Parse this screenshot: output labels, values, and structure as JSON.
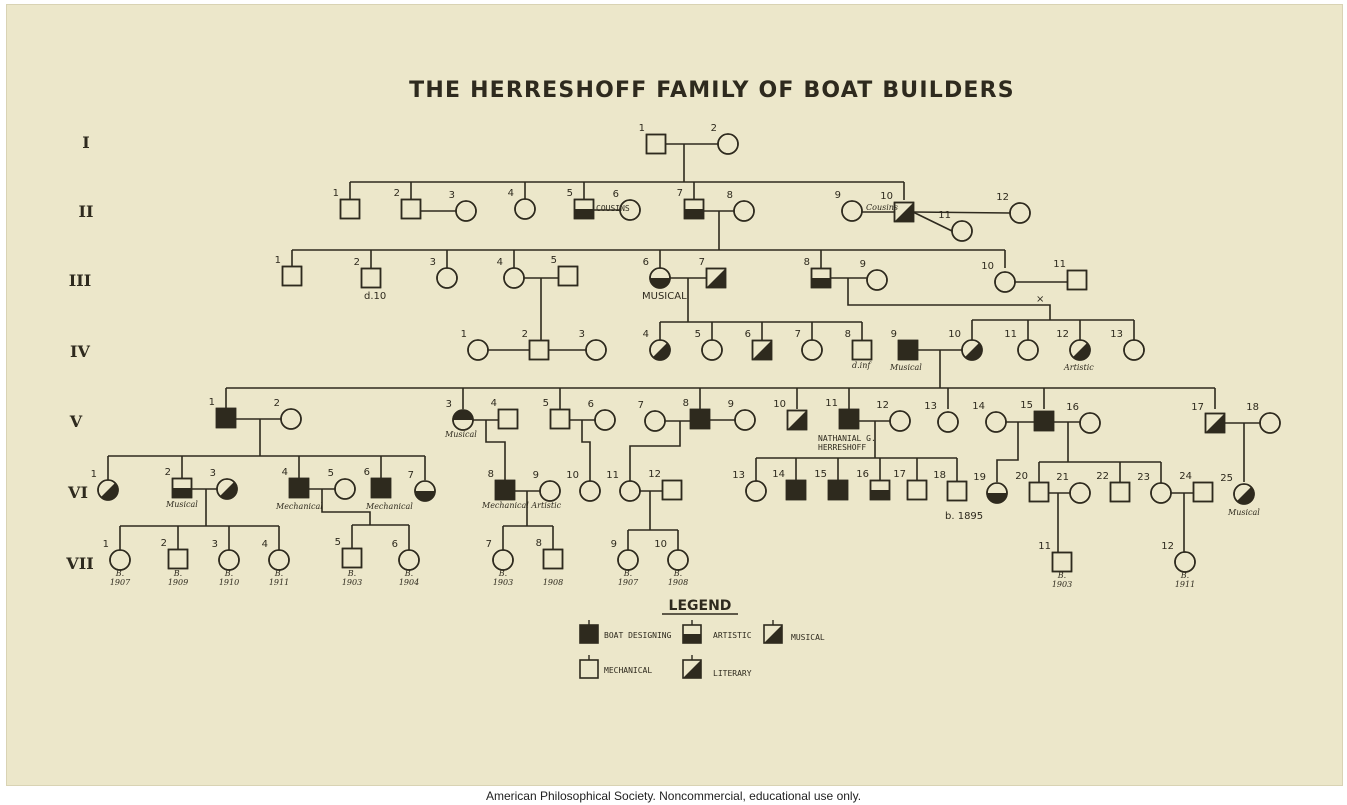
{
  "title": "THE HERRESHOFF FAMILY OF BOAT BUILDERS",
  "generations": [
    "I",
    "II",
    "III",
    "IV",
    "V",
    "VI",
    "VII"
  ],
  "notes": {
    "cousins": "COUSINS",
    "cousins_2": "Cousins",
    "d10": "d.10",
    "musical_upper": "MUSICAL",
    "dinf": "d.inf",
    "musical": "Musical",
    "artistic": "Artistic",
    "mechanical": "Mechanical",
    "mech_artistic": "Mechanical Artistic",
    "nathaniel": "NATHANIAL G.",
    "herreshoff": "HERRESHOFF",
    "b1895": "b. 1895",
    "musical_25": "Musical"
  },
  "births": {
    "vii1": [
      "B.",
      "1907"
    ],
    "vii2": [
      "B.",
      "1909"
    ],
    "vii3": [
      "B.",
      "1910"
    ],
    "vii4": [
      "B.",
      "1911"
    ],
    "vii5": [
      "B.",
      "1903"
    ],
    "vii6": [
      "B.",
      "1904"
    ],
    "vii7": [
      "B.",
      "1903"
    ],
    "vii8": [
      "",
      "1908"
    ],
    "vii9": [
      "B.",
      "1907"
    ],
    "vii10": [
      "B.",
      "1908"
    ],
    "vii11": [
      "B.",
      "1903"
    ],
    "vii12": [
      "B.",
      "1911"
    ]
  },
  "legend": {
    "title": "LEGEND",
    "items": [
      {
        "label": "BOAT DESIGNING",
        "fill": "full"
      },
      {
        "label": "ARTISTIC",
        "fill": "bottom"
      },
      {
        "label": "MUSICAL",
        "fill": "diagonal"
      },
      {
        "label": "MECHANICAL",
        "fill": "none"
      },
      {
        "label": "LITERARY",
        "fill": "diagonal"
      }
    ]
  },
  "credit": "American Philosophical Society.  Noncommercial, educational use only.",
  "colors": {
    "paper": "#ece7ca",
    "ink": "#2e2a1e"
  }
}
